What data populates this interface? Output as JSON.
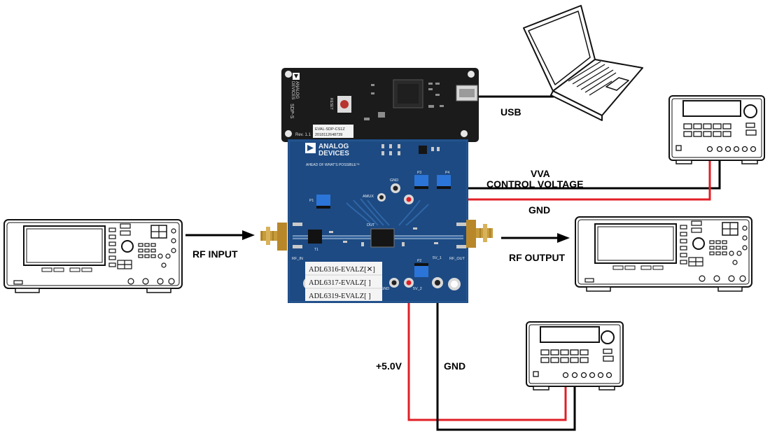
{
  "labels": {
    "usb": "USB",
    "vva": "VVA",
    "control_voltage": "CONTROL VOLTAGE",
    "gnd_top": "GND",
    "rf_input": "RF INPUT",
    "rf_output": "RF OUTPUT",
    "plus5v": "+5.0V",
    "gnd_bottom": "GND"
  },
  "sdp_board": {
    "brand_line1": "ANALOG",
    "brand_line2": "DEVICES",
    "board_name": "SDP-S",
    "rev": "Rev. 1.1",
    "reset": "RESET",
    "sticker_line1": "EVAL-SDP-CS1Z",
    "sticker_line2": "2018112648739"
  },
  "eval_board": {
    "brand_line1": "ANALOG",
    "brand_line2": "DEVICES",
    "tagline": "AHEAD OF WHAT'S POSSIBLE™",
    "gnd_label": "GND",
    "amux_label": "AMUX",
    "dut_label": "DUT",
    "rf_in_label": "RF_IN",
    "rf_out_label": "RF_OUT",
    "p1_label": "P1",
    "p2_label": "P2",
    "p3_label": "P3",
    "p4_label": "P4",
    "t1_label": "T1",
    "gnd_bottom_label": "GND",
    "v5v2_label": "5V_2",
    "v5v1_label": "5V_1",
    "parts": [
      "ADL6316-EVALZ[✕]",
      "ADL6317-EVALZ[ ]",
      "ADL6319-EVALZ[ ]"
    ]
  },
  "colors": {
    "red_wire": "#e01f26",
    "black_wire": "#000000",
    "eval_pcb": "#1d4a82",
    "sdp_pcb": "#1b1b1b",
    "jumper": "#2b74d8",
    "sma_gold": "#c79a3a"
  }
}
